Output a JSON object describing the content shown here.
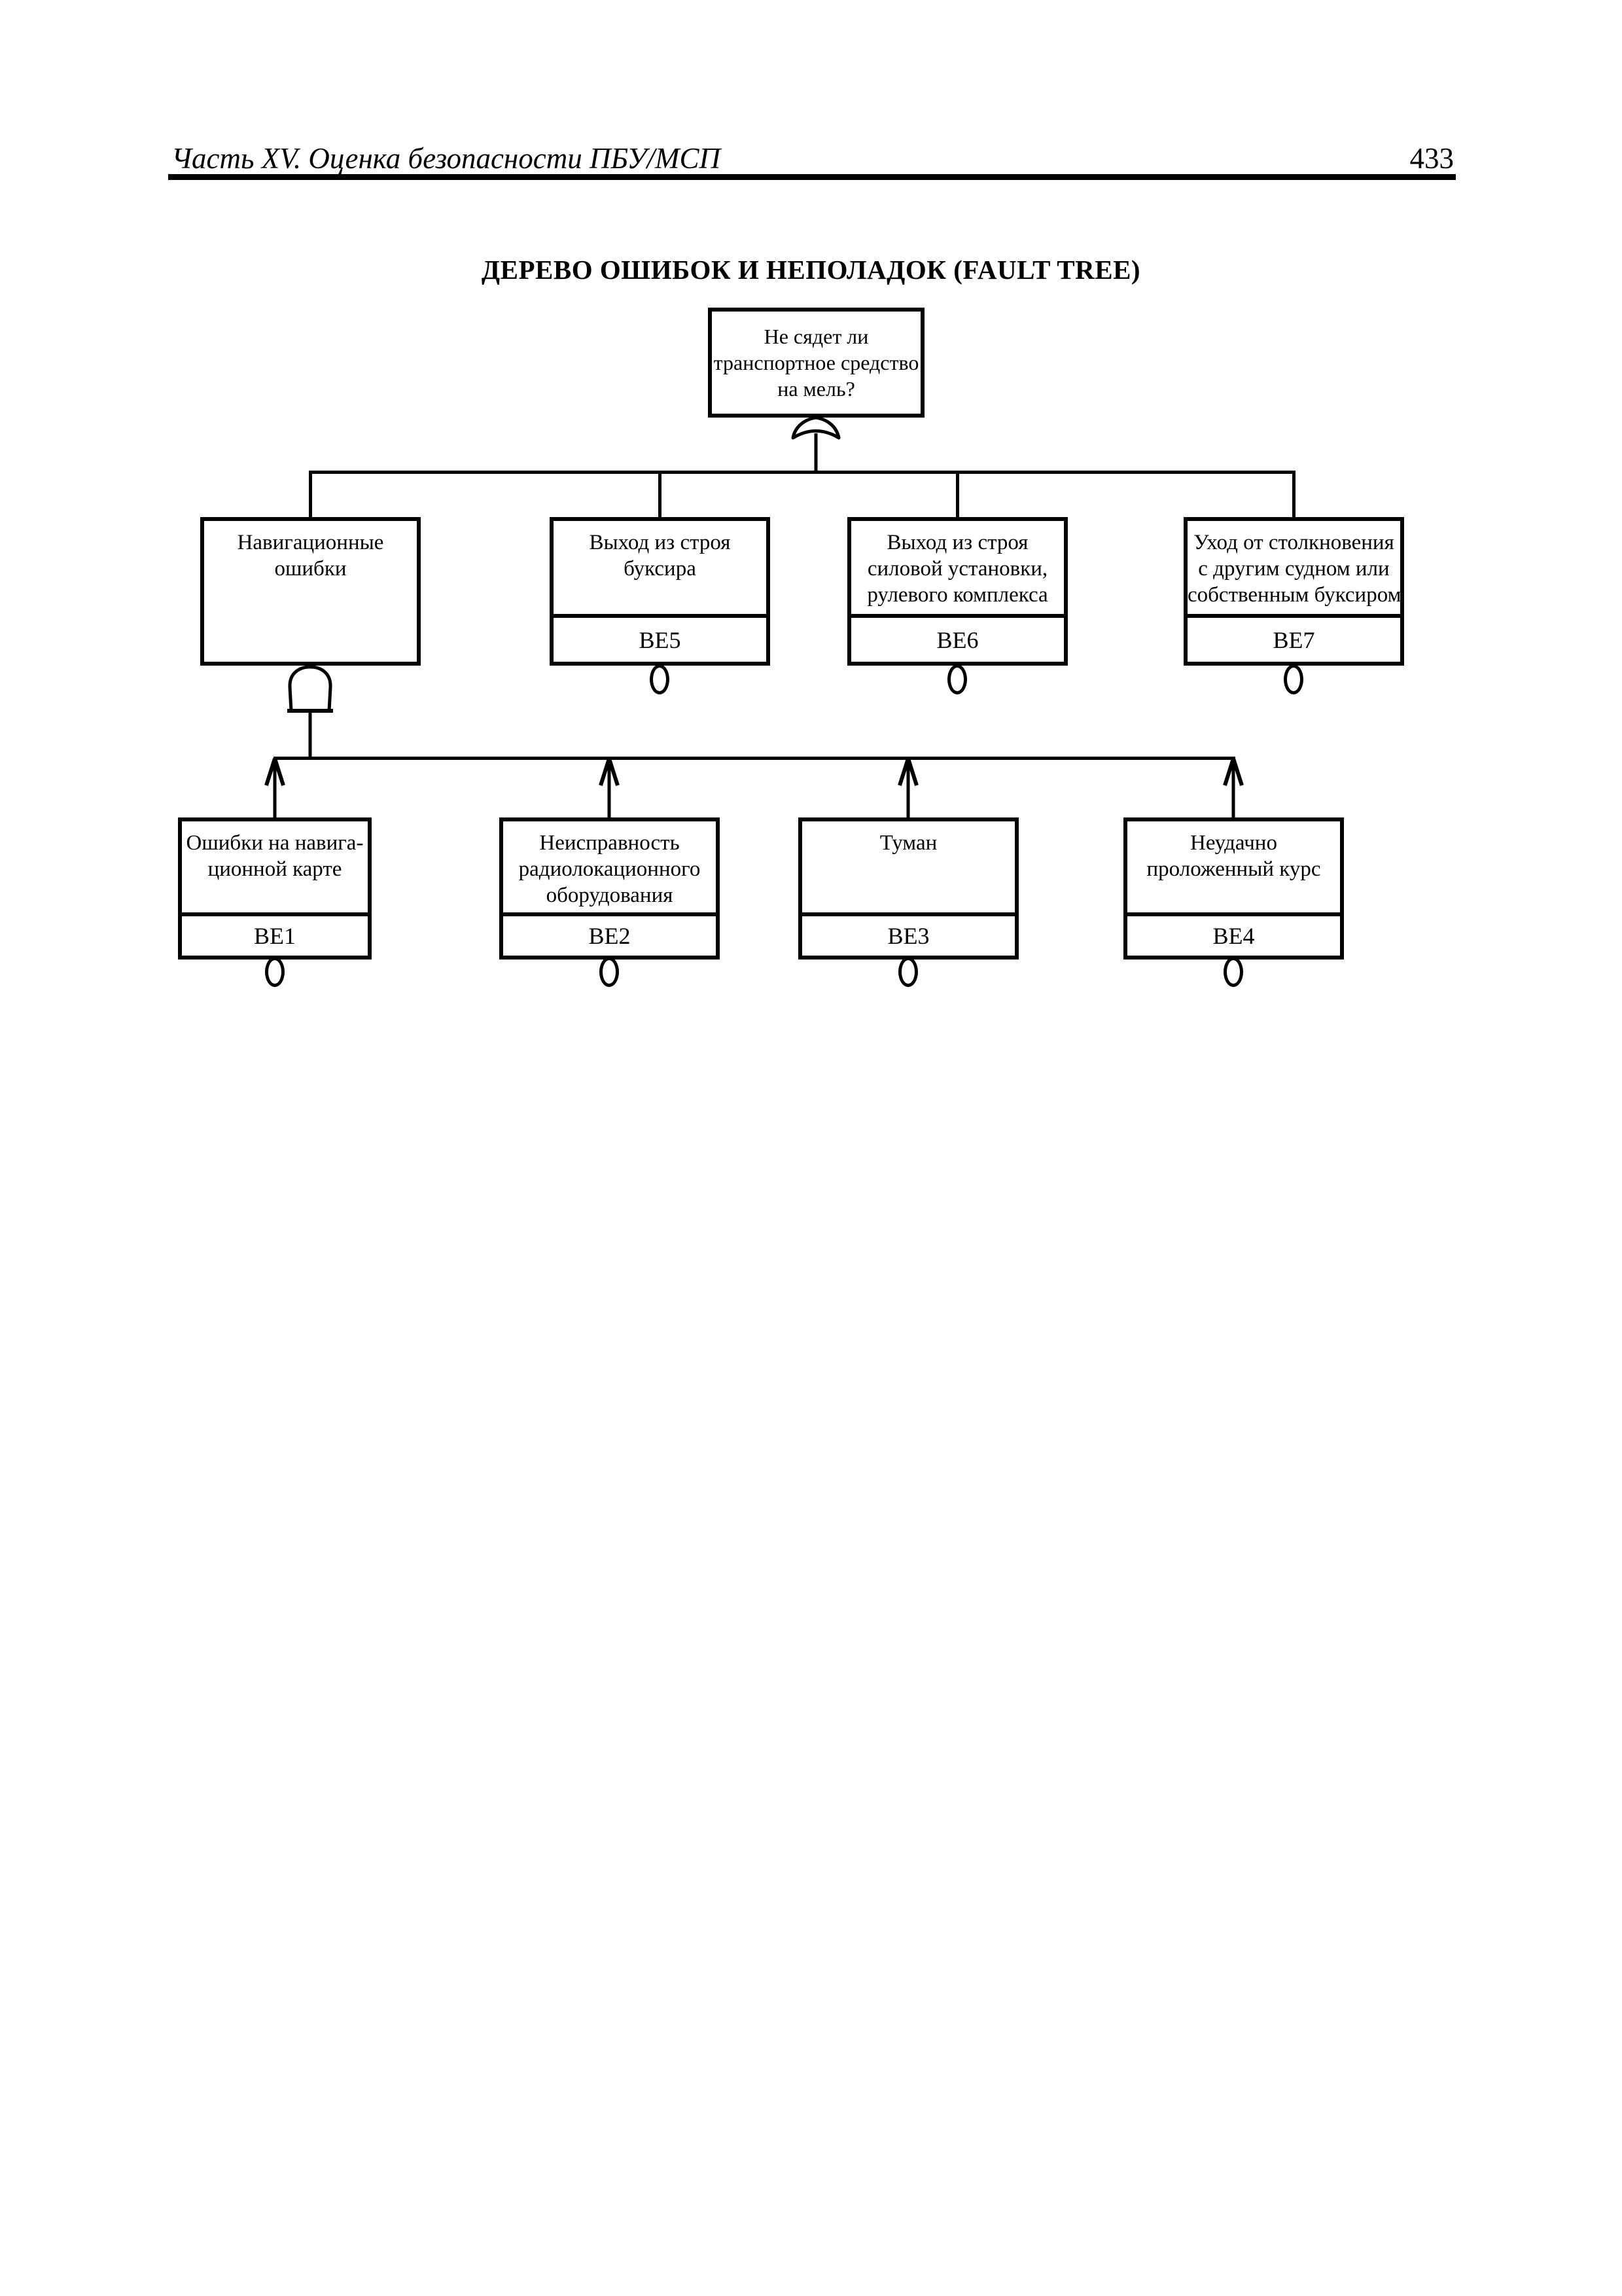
{
  "header": {
    "section_title": "Часть XV. Оценка безопасности ПБУ/МСП",
    "page_number": "433"
  },
  "diagram": {
    "title": "ДЕРЕВО ОШИБОК И НЕПОЛАДОК (FAULT TREE)",
    "top_event": {
      "lines": [
        "Не сядет ли",
        "транспортное средство",
        "на мель?"
      ],
      "gate_icon": "or-gate"
    },
    "level2": [
      {
        "lines": [
          "Навигационные",
          "ошибки"
        ],
        "gate_icon": "and-gate"
      },
      {
        "lines": [
          "Выход из строя",
          "буксира"
        ],
        "be": "BE5",
        "symbol_icon": "basic-event-circle"
      },
      {
        "lines": [
          "Выход из строя",
          "силовой установки,",
          "рулевого комплекса"
        ],
        "be": "BE6",
        "symbol_icon": "basic-event-circle"
      },
      {
        "lines": [
          "Уход от столкновения",
          "с другим судном или",
          "собственным буксиром"
        ],
        "be": "BE7",
        "symbol_icon": "basic-event-circle"
      }
    ],
    "level3": [
      {
        "lines": [
          "Ошибки на навига-",
          "ционной карте"
        ],
        "be": "BE1",
        "symbol_icon": "basic-event-circle"
      },
      {
        "lines": [
          "Неисправность",
          "радиолокационного",
          "оборудования"
        ],
        "be": "BE2",
        "symbol_icon": "basic-event-circle"
      },
      {
        "lines": [
          "Туман"
        ],
        "be": "BE3",
        "symbol_icon": "basic-event-circle"
      },
      {
        "lines": [
          "Неудачно",
          "проложенный курс"
        ],
        "be": "BE4",
        "symbol_icon": "basic-event-circle"
      }
    ]
  },
  "colors": {
    "ink": "#000000",
    "paper": "#ffffff"
  }
}
